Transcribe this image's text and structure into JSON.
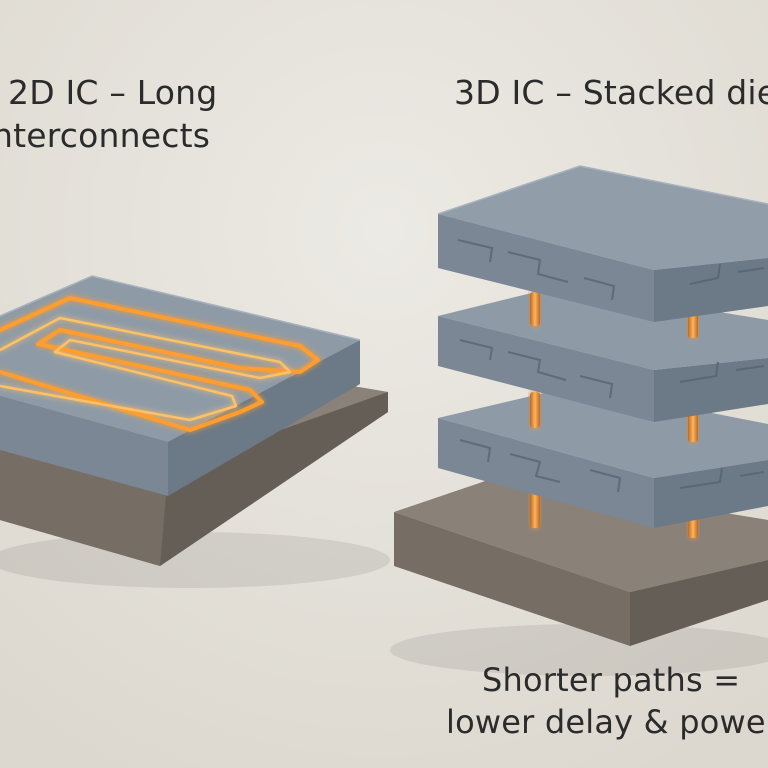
{
  "left_panel": {
    "title_line1": "2D IC – Long",
    "title_line2": "nterconnects"
  },
  "right_panel": {
    "title": "3D IC – Stacked die"
  },
  "caption": {
    "line1": "Shorter paths =",
    "line2": "lower delay & power"
  },
  "colors": {
    "background": "#e6e3dc",
    "die_top": "#8e9ba7",
    "die_front": "#77838f",
    "substrate_top": "#8a8179",
    "substrate_front": "#6f6760",
    "interconnect_glow": "#ffb040",
    "tsv_copper": "#d98a3a"
  }
}
